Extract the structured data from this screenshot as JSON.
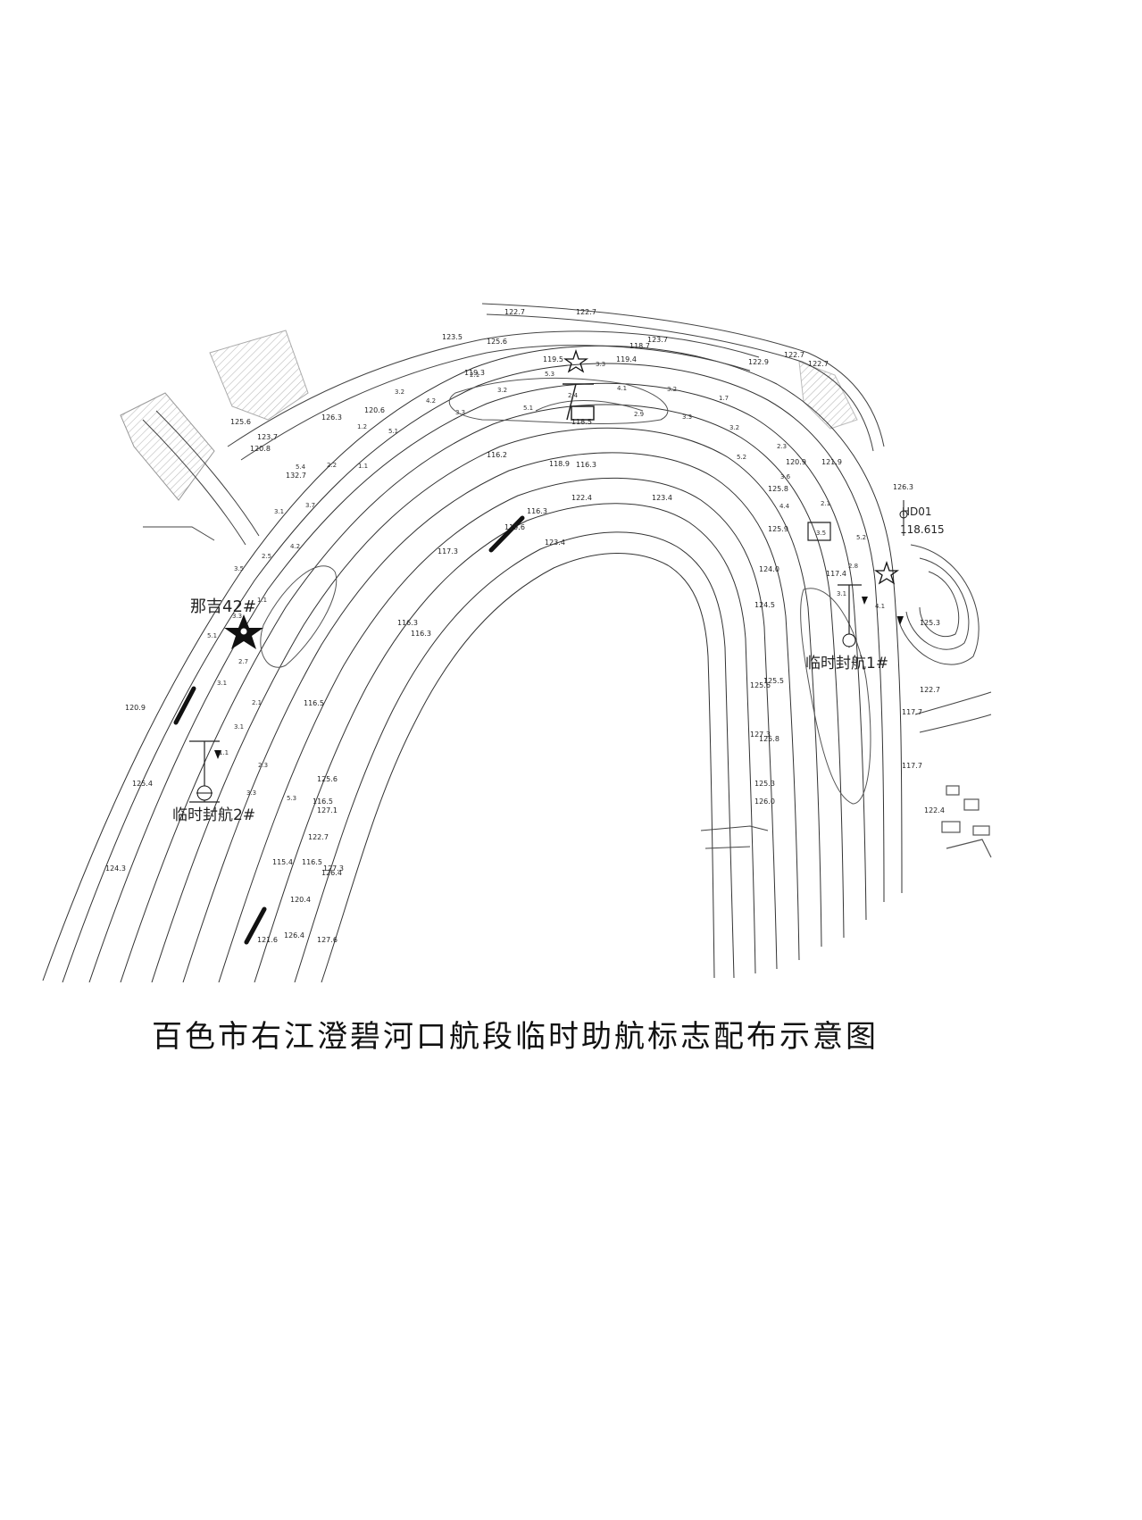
{
  "map": {
    "marker_labels": {
      "naji_42": "那吉42#",
      "temp_closure_2": "临时封航2#",
      "temp_closure_1": "临时封航1#",
      "hd01_id": "HD01",
      "hd01_elev": "118.615"
    },
    "elevations_banks": [
      "122.7",
      "122.7",
      "123.5",
      "125.6",
      "123.7",
      "122.9",
      "122.7",
      "122.7",
      "125.6",
      "123.7",
      "120.6",
      "126.3",
      "120.8",
      "132.7",
      "126.3",
      "125.3",
      "122.7",
      "117.7",
      "117.7",
      "122.4",
      "127.1",
      "122.7",
      "126.4",
      "120.4",
      "126.4",
      "127.6",
      "125.6",
      "127.3",
      "125.8",
      "127.3"
    ],
    "elevations_channel": [
      "119.5",
      "119.4",
      "118.7",
      "119.3",
      "118.5",
      "116.2",
      "118.9",
      "116.3",
      "122.4",
      "123.4",
      "116.3",
      "119.6",
      "117.3",
      "123.4",
      "120.9",
      "121.9",
      "125.8",
      "125.9",
      "124.5",
      "124.0",
      "125.6",
      "125.5",
      "125.3",
      "126.0",
      "116.3",
      "116.3",
      "116.5",
      "116.5",
      "116.5",
      "115.4",
      "121.6",
      "117.4",
      "120.9",
      "125.4",
      "124.3"
    ],
    "soundings": [
      "5.3",
      "3.3",
      "2.3",
      "1.1",
      "3.1",
      "2.1",
      "3.1",
      "2.7",
      "5.1",
      "3.3",
      "1.1",
      "3.5",
      "2.5",
      "4.2",
      "3.1",
      "3.7",
      "5.4",
      "2.2",
      "1.1",
      "1.2",
      "5.1",
      "3.2",
      "4.2",
      "3.3",
      "2.1",
      "3.2",
      "5.1",
      "5.3",
      "2.4",
      "3.3",
      "4.1",
      "2.9",
      "3.2",
      "3.3",
      "1.7",
      "3.2",
      "5.2",
      "2.3",
      "3.6",
      "4.4",
      "2.1",
      "3.5",
      "5.2",
      "2.8",
      "3.1",
      "4.1"
    ]
  },
  "caption": {
    "title": "百色市右江澄碧河口航段临时助航标志配布示意图"
  }
}
